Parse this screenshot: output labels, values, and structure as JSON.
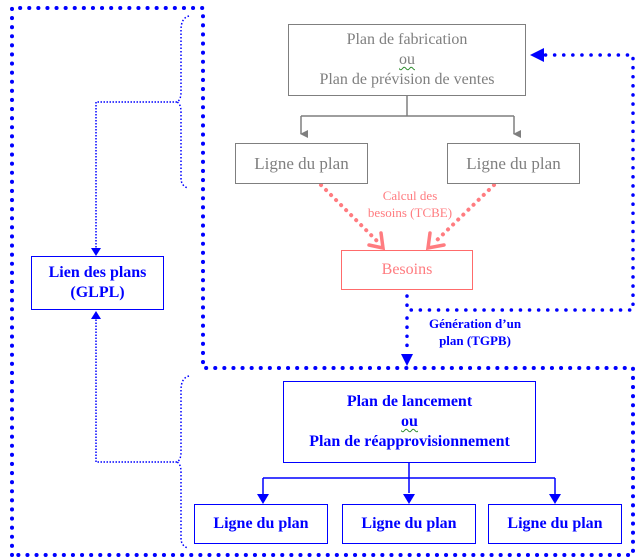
{
  "colors": {
    "blue": "#0000ff",
    "gray": "#7f7f7f",
    "pink": "#ff7c80",
    "spellcheck_underline": "#2e8b2e"
  },
  "top_plan": {
    "line1": "Plan de fabrication",
    "line2": "ou",
    "line3": "Plan de prévision de ventes"
  },
  "top_lines": [
    {
      "label": "Ligne du plan"
    },
    {
      "label": "Ligne du plan"
    }
  ],
  "calc_label": {
    "line1": "Calcul des",
    "line2": "besoins (TCBE)"
  },
  "besoins": {
    "label": "Besoins"
  },
  "generation_label": {
    "line1": "Génération d’un",
    "line2": "plan (TGPB)"
  },
  "link": {
    "line1": "Lien des plans",
    "line2": "(GLPL)"
  },
  "bottom_plan": {
    "line1": "Plan de lancement",
    "line2": "ou",
    "line3": "Plan de réapprovisionnement"
  },
  "bottom_lines": [
    {
      "label": "Ligne du plan"
    },
    {
      "label": "Ligne du plan"
    },
    {
      "label": "Ligne du plan"
    }
  ]
}
